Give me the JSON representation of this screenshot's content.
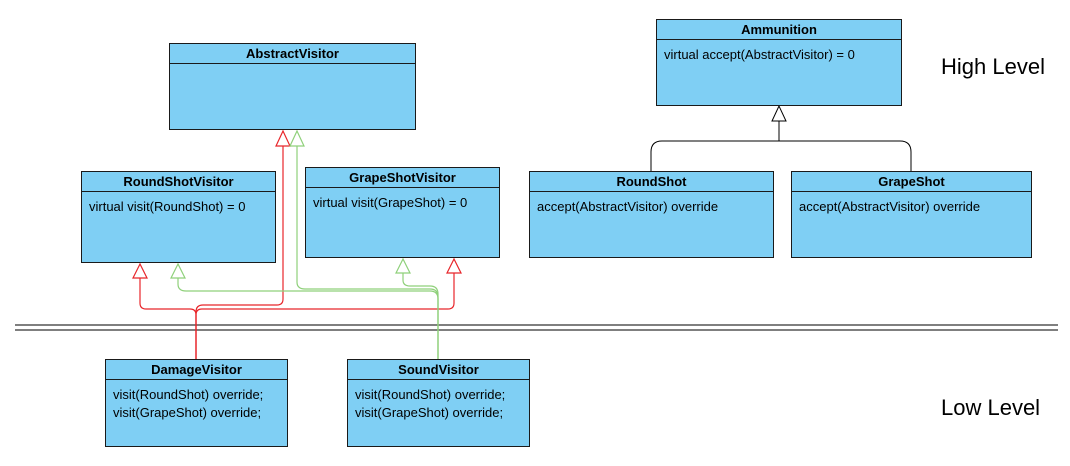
{
  "classes": {
    "abstract_visitor": {
      "name": "AbstractVisitor",
      "members": []
    },
    "ammunition": {
      "name": "Ammunition",
      "members": [
        "virtual accept(AbstractVisitor) = 0"
      ]
    },
    "round_shot_visitor": {
      "name": "RoundShotVisitor",
      "members": [
        "virtual visit(RoundShot) = 0"
      ]
    },
    "grape_shot_visitor": {
      "name": "GrapeShotVisitor",
      "members": [
        "virtual visit(GrapeShot) = 0"
      ]
    },
    "round_shot": {
      "name": "RoundShot",
      "members": [
        "accept(AbstractVisitor) override"
      ]
    },
    "grape_shot": {
      "name": "GrapeShot",
      "members": [
        "accept(AbstractVisitor) override"
      ]
    },
    "damage_visitor": {
      "name": "DamageVisitor",
      "members": [
        "visit(RoundShot) override;",
        "visit(GrapeShot) override;"
      ]
    },
    "sound_visitor": {
      "name": "SoundVisitor",
      "members": [
        "visit(RoundShot) override;",
        "visit(GrapeShot) override;"
      ]
    }
  },
  "levels": {
    "high": "High Level",
    "low": "Low Level"
  },
  "colors": {
    "class_fill": "#7fcff4",
    "class_border": "#1a1a1a",
    "damage_edges": "#e8262b",
    "sound_edges": "#8fd07a",
    "ammo_edges": "#000000",
    "separator": "#333333"
  }
}
